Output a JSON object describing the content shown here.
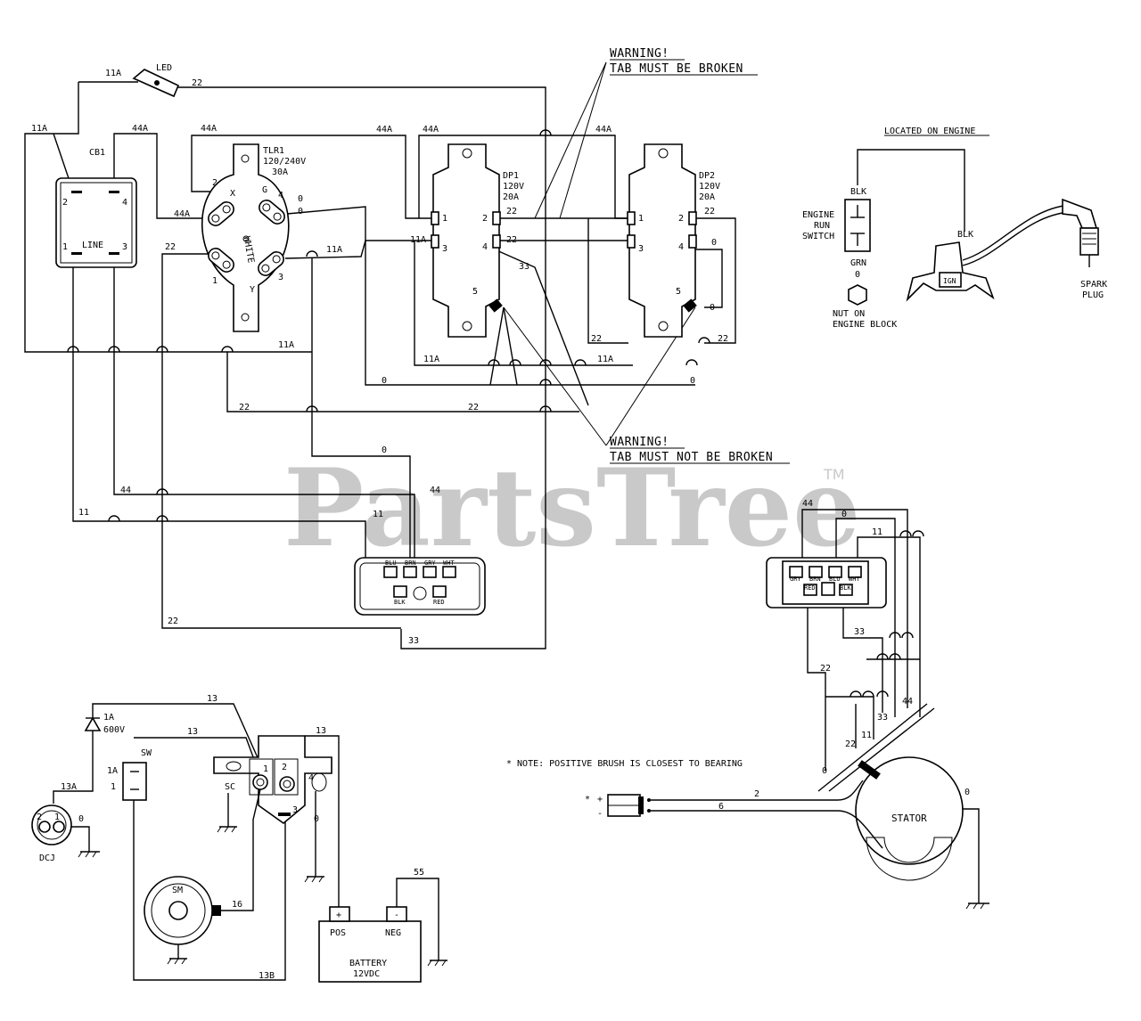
{
  "watermark": {
    "text": "PartsTree",
    "tm": "TM"
  },
  "warnings": {
    "top_line1": "WARNING!",
    "top_line2": "TAB MUST BE BROKEN",
    "bottom_line1": "WARNING!",
    "bottom_line2": "TAB MUST NOT BE BROKEN"
  },
  "components": {
    "led": "LED",
    "cb1": "CB1",
    "cb1_line": "LINE",
    "tlr1_name": "TLR1",
    "tlr1_rating1": "120/240V",
    "tlr1_rating2": "30A",
    "tlr1_white": "WHITE",
    "tlr1_x": "X",
    "tlr1_y": "Y",
    "tlr1_g": "G",
    "dp1_name": "DP1",
    "dp1_volt": "120V",
    "dp1_amp": "20A",
    "dp2_name": "DP2",
    "dp2_volt": "120V",
    "dp2_amp": "20A",
    "located_on_engine": "LOCATED ON ENGINE",
    "blk": "BLK",
    "engine_run_switch1": "ENGINE",
    "engine_run_switch2": "RUN",
    "engine_run_switch3": "SWITCH",
    "grn": "GRN",
    "nut1": "NUT ON",
    "nut2": "ENGINE BLOCK",
    "ign": "IGN",
    "spark1": "SPARK",
    "spark2": "PLUG",
    "diode1": "1A",
    "diode2": "600V",
    "sw": "SW",
    "sc": "SC",
    "sm": "SM",
    "dcj": "DCJ",
    "battery1": "BATTERY",
    "battery2": "12VDC",
    "pos": "POS",
    "neg": "NEG",
    "plus": "+",
    "minus": "-",
    "stator": "STATOR",
    "note": "* NOTE: POSITIVE BRUSH IS CLOSEST TO BEARING",
    "brush_star": "*",
    "brush_plus": "+",
    "brush_minus": "-",
    "idle_pins": [
      "BLU",
      "BRN",
      "GRY",
      "WHT",
      "BLK",
      "RED"
    ],
    "stator_pins": [
      "GRY",
      "BRN",
      "BLU",
      "WHT",
      "RED",
      "BLK"
    ]
  },
  "pins": {
    "n1": "1",
    "n2": "2",
    "n3": "3",
    "n4": "4",
    "n5": "5"
  },
  "wires": {
    "w11A": "11A",
    "w22": "22",
    "w44A": "44A",
    "w0": "0",
    "w44": "44",
    "w11": "11",
    "w33": "33",
    "w13": "13",
    "w13A": "13A",
    "w13B": "13B",
    "w1A": "1A",
    "w1": "1",
    "w16": "16",
    "w55": "55",
    "w2": "2",
    "w6": "6",
    "w3": "3",
    "w4": "4"
  }
}
